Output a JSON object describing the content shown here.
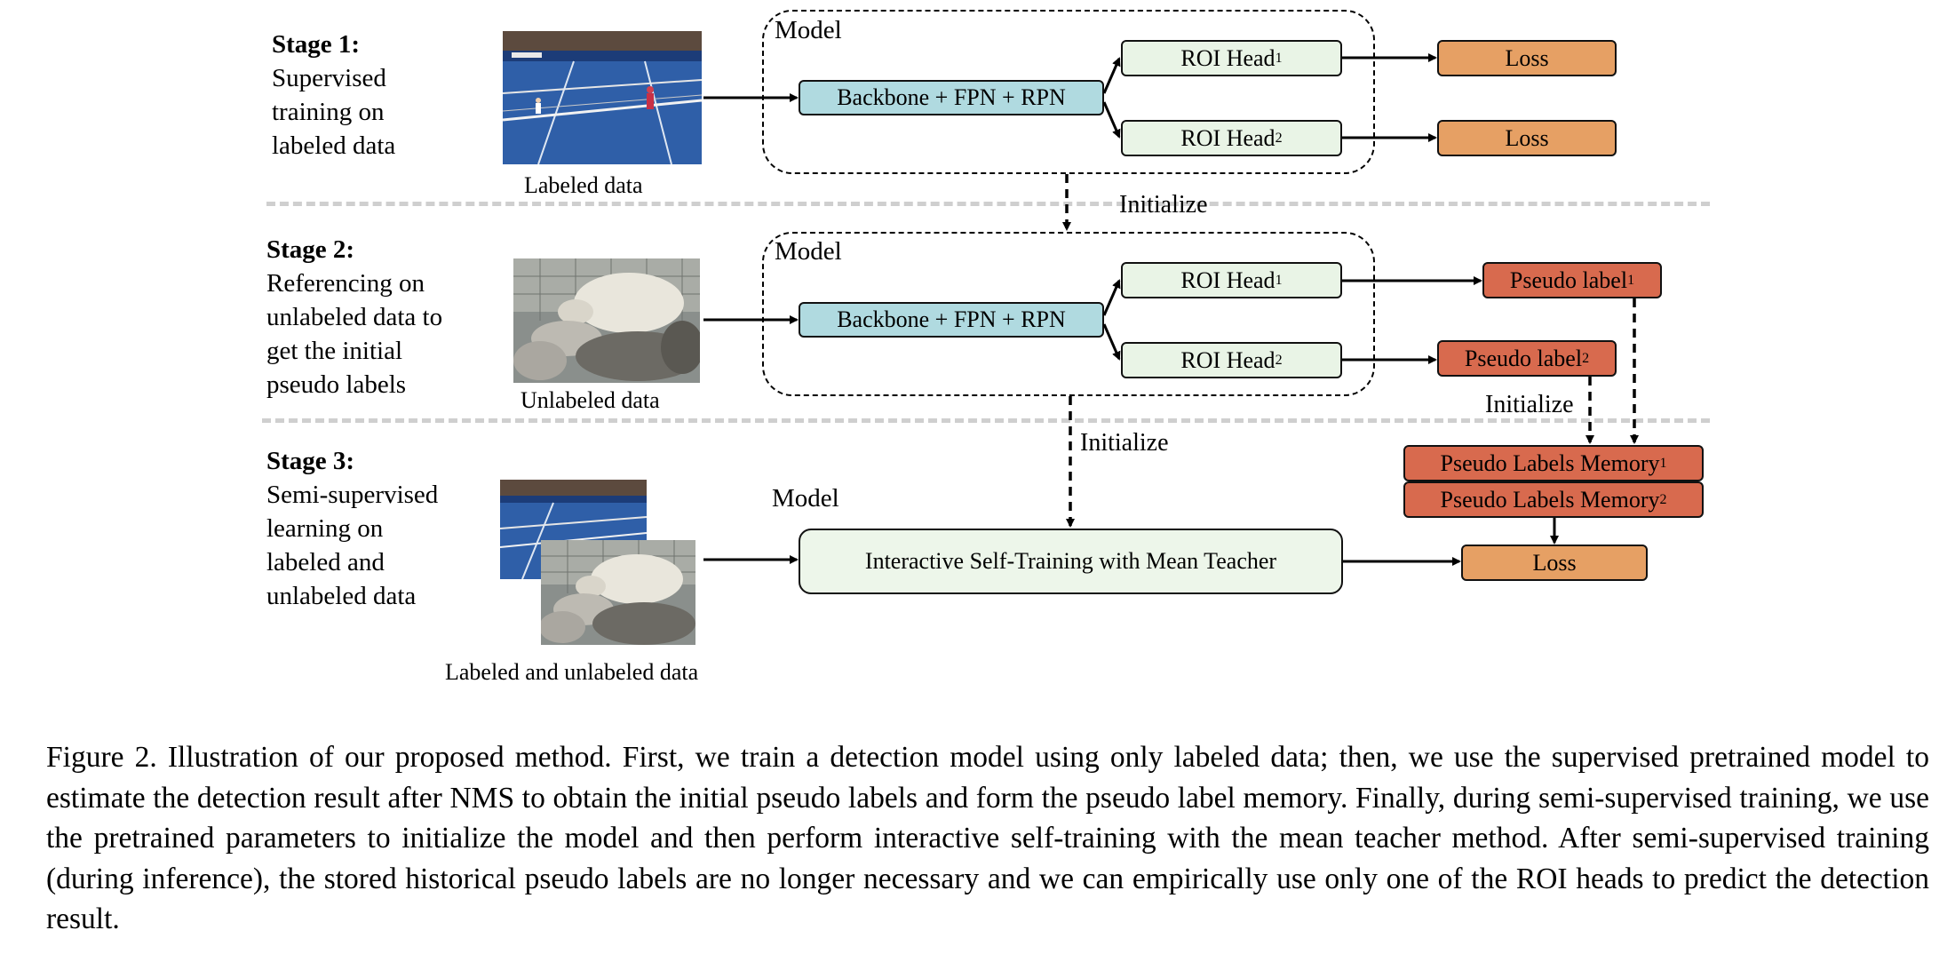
{
  "stages": [
    {
      "title": "Stage 1:",
      "lines": [
        "Supervised",
        "training on",
        "labeled data"
      ],
      "image_caption": "Labeled data"
    },
    {
      "title": "Stage 2:",
      "lines": [
        "Referencing on",
        "unlabeled data to",
        "get the initial",
        "pseudo labels"
      ],
      "image_caption": "Unlabeled data"
    },
    {
      "title": "Stage 3:",
      "lines": [
        "Semi-supervised",
        "learning on",
        "labeled and",
        "unlabeled data"
      ],
      "image_caption": "Labeled and unlabeled data"
    }
  ],
  "model_label": "Model",
  "backbone_label": "Backbone + FPN + RPN",
  "roi_head_label": "ROI Head",
  "loss_label": "Loss",
  "pseudo_label": "Pseudo label",
  "memory_label": "Pseudo Labels Memory",
  "initialize_label": "Initialize",
  "ist_label": "Interactive Self-Training with Mean Teacher",
  "sub1": "1",
  "sub2": "2",
  "caption": "Figure 2. Illustration of our proposed method.  First, we train a detection model using only labeled data; then, we use the supervised pretrained model to estimate the detection result after NMS to obtain the initial pseudo labels and form the pseudo label memory. Finally, during semi-supervised training, we use the pretrained parameters to initialize the model and then perform interactive self-training with the mean teacher method.  After semi-supervised training (during inference), the stored historical pseudo labels are no longer necessary and we can empirically use only one of the ROI heads to predict the detection result.",
  "colors": {
    "backbone": "#b0dae0",
    "roi_head": "#e9f4e6",
    "loss": "#e6a064",
    "pseudo": "#d86a4e",
    "separator": "#cfcfcf"
  }
}
